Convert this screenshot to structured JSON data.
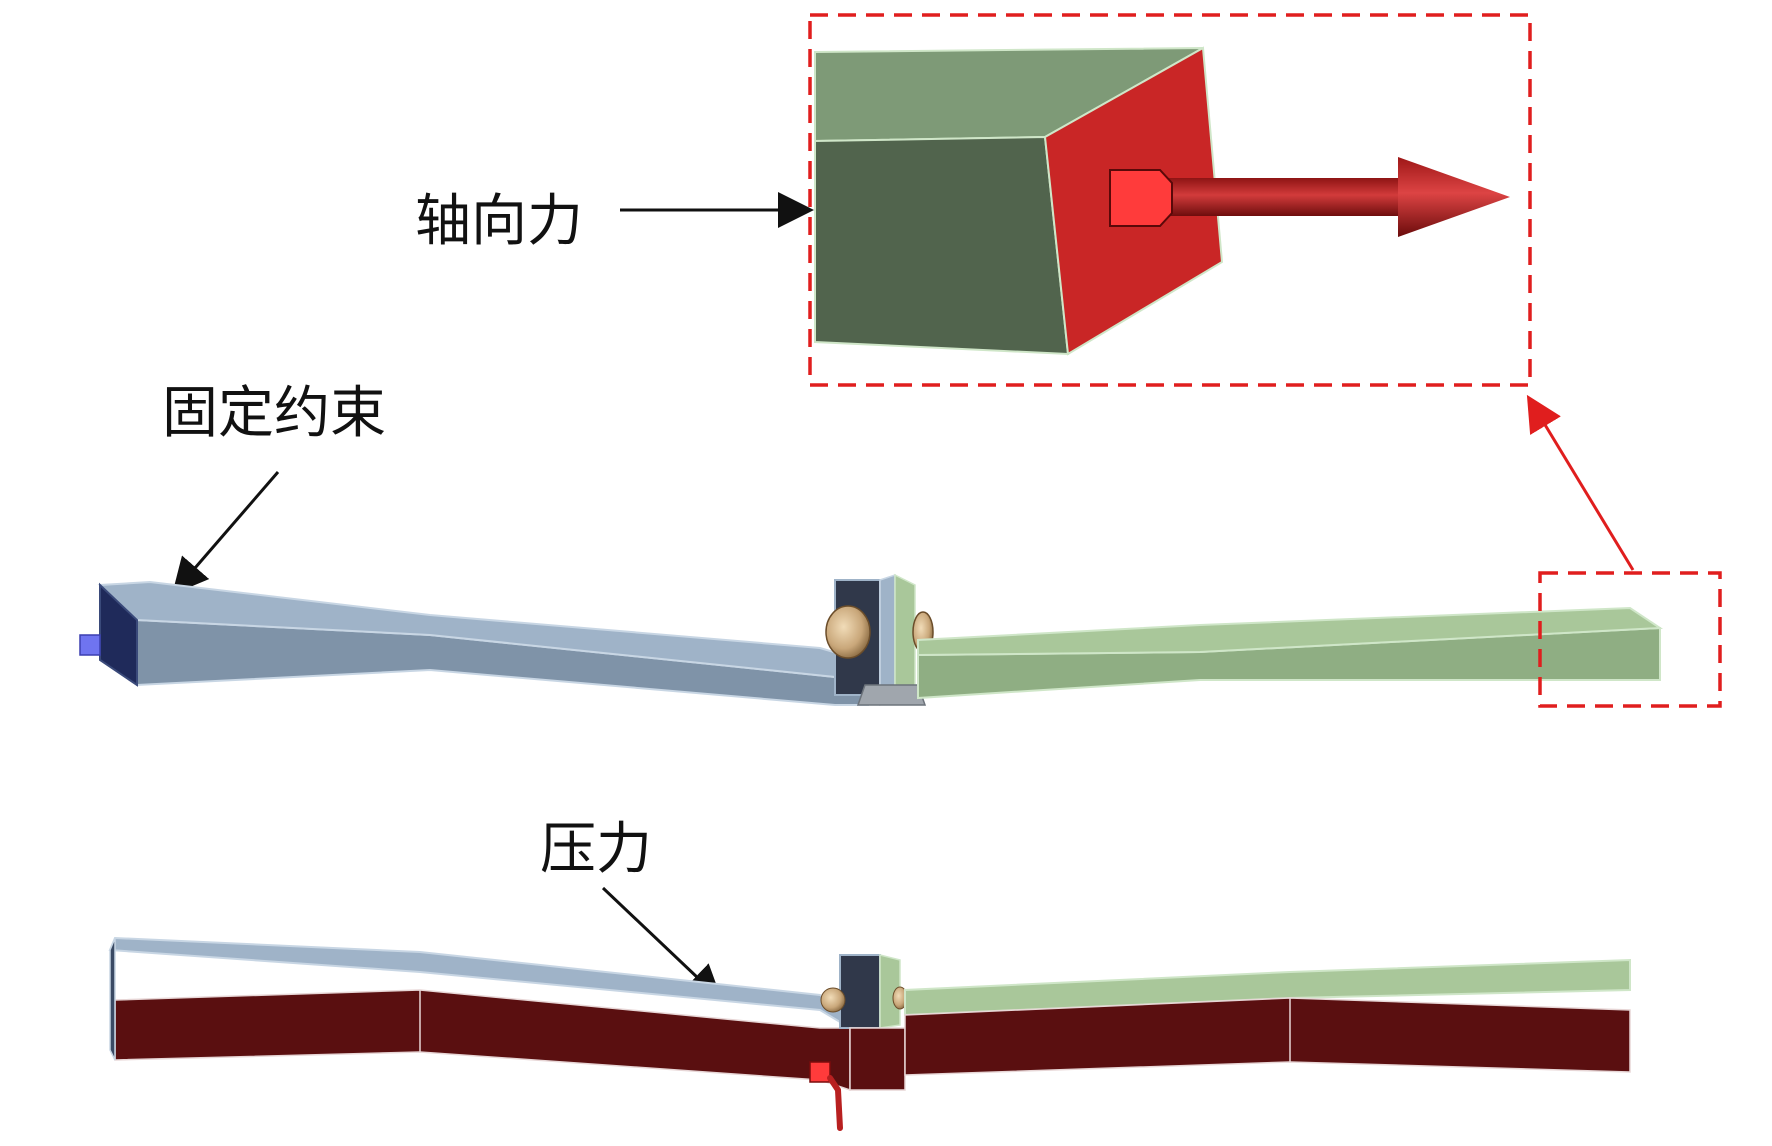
{
  "labels": {
    "axial_force": "轴向力",
    "fixed_constraint": "固定约束",
    "pressure": "压力"
  },
  "colors": {
    "beam_blue_top": "#9fb3c8",
    "beam_blue_side": "#7f93a8",
    "beam_green_top": "#a9c79a",
    "beam_green_side": "#8fae83",
    "dark_red_face": "#5a0f10",
    "force_red": "#cc2a2a",
    "constraint_navy": "#1f2a5a",
    "constraint_marker": "#6f74f0",
    "callout_dash": "#e01e1e",
    "pointer_black": "#111111",
    "bushing_bronze": "#c9a77a"
  }
}
